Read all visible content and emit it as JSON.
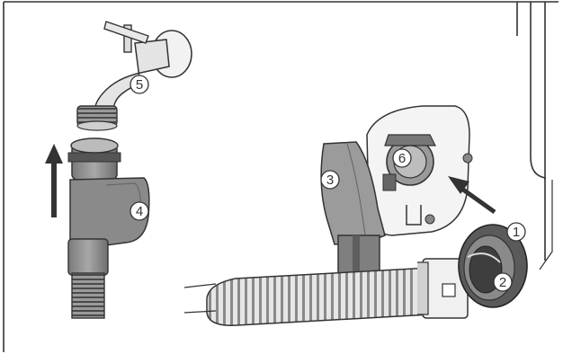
{
  "figure": {
    "callouts": [
      {
        "id": "c1",
        "label": "1"
      },
      {
        "id": "c2",
        "label": "2"
      },
      {
        "id": "c3",
        "label": "3"
      },
      {
        "id": "c4",
        "label": "4"
      },
      {
        "id": "c5",
        "label": "5"
      },
      {
        "id": "c6",
        "label": "6"
      }
    ],
    "colors": {
      "frame": "#333333",
      "part_dark": "#5a5a5a",
      "part_mid": "#8c8c8c",
      "part_light": "#c8c8c8",
      "hose": "#d9d9d9",
      "arrow": "#333333"
    },
    "icons": [
      "tap-icon",
      "arrow-up-icon",
      "arrow-diagonal-icon"
    ]
  }
}
